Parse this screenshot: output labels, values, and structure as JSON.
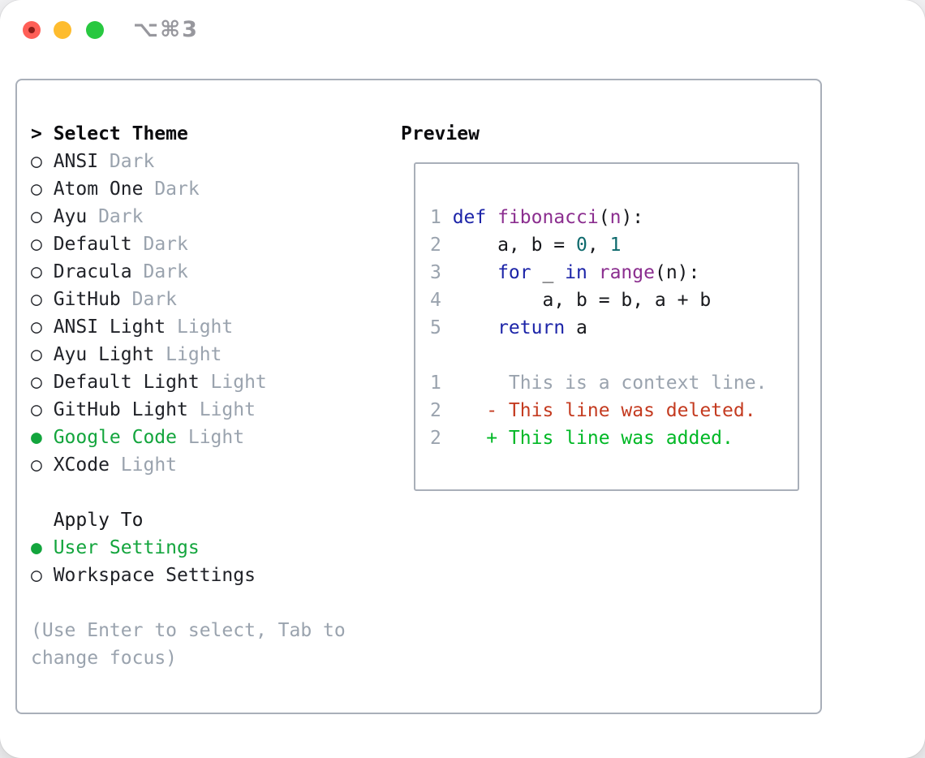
{
  "titlebar": {
    "title": "⌥⌘3"
  },
  "colors": {
    "accent_selected_green": "#13a53d",
    "diff_added_green": "#00b825",
    "diff_deleted_red": "#c43b20",
    "keyword_blue": "#1c24a8",
    "function_purple": "#8b2e8f",
    "number_teal": "#0e6a6d",
    "dim_gray": "#9aa3ae",
    "panel_border": "#a9afb9",
    "traffic_red": "#ff5f57",
    "traffic_yellow": "#febc2e",
    "traffic_green": "#28c840"
  },
  "theme_panel": {
    "header": {
      "cursor": ">",
      "label": "Select Theme"
    },
    "items": [
      {
        "marker": "○",
        "name": "ANSI",
        "tag": "Dark",
        "selected": false
      },
      {
        "marker": "○",
        "name": "Atom One",
        "tag": "Dark",
        "selected": false
      },
      {
        "marker": "○",
        "name": "Ayu",
        "tag": "Dark",
        "selected": false
      },
      {
        "marker": "○",
        "name": "Default",
        "tag": "Dark",
        "selected": false
      },
      {
        "marker": "○",
        "name": "Dracula",
        "tag": "Dark",
        "selected": false
      },
      {
        "marker": "○",
        "name": "GitHub",
        "tag": "Dark",
        "selected": false
      },
      {
        "marker": "○",
        "name": "ANSI Light",
        "tag": "Light",
        "selected": false
      },
      {
        "marker": "○",
        "name": "Ayu Light",
        "tag": "Light",
        "selected": false
      },
      {
        "marker": "○",
        "name": "Default Light",
        "tag": "Light",
        "selected": false
      },
      {
        "marker": "○",
        "name": "GitHub Light",
        "tag": "Light",
        "selected": false
      },
      {
        "marker": "●",
        "name": "Google Code",
        "tag": "Light",
        "selected": true
      },
      {
        "marker": "○",
        "name": "XCode",
        "tag": "Light",
        "selected": false
      }
    ],
    "apply_to": {
      "label": "Apply To",
      "options": [
        {
          "marker": "●",
          "name": "User Settings",
          "selected": true
        },
        {
          "marker": "○",
          "name": "Workspace Settings",
          "selected": false
        }
      ]
    },
    "hint_line1": "(Use Enter to select, Tab to",
    "hint_line2": "change focus)"
  },
  "preview": {
    "title": "Preview",
    "code": [
      {
        "num": "1",
        "tokens": [
          {
            "t": "def",
            "c": "tok-kw"
          },
          {
            "t": " ",
            "c": "tok-pl"
          },
          {
            "t": "fibonacci",
            "c": "tok-fn"
          },
          {
            "t": "(",
            "c": "tok-pl"
          },
          {
            "t": "n",
            "c": "tok-fn"
          },
          {
            "t": "):",
            "c": "tok-pl"
          }
        ]
      },
      {
        "num": "2",
        "tokens": [
          {
            "t": "    a, b = ",
            "c": "tok-pl"
          },
          {
            "t": "0",
            "c": "tok-nu"
          },
          {
            "t": ", ",
            "c": "tok-pl"
          },
          {
            "t": "1",
            "c": "tok-nu"
          }
        ]
      },
      {
        "num": "3",
        "tokens": [
          {
            "t": "    ",
            "c": "tok-pl"
          },
          {
            "t": "for",
            "c": "tok-kw"
          },
          {
            "t": " _ ",
            "c": "tok-pl"
          },
          {
            "t": "in",
            "c": "tok-kw"
          },
          {
            "t": " ",
            "c": "tok-pl"
          },
          {
            "t": "range",
            "c": "tok-fn"
          },
          {
            "t": "(n):",
            "c": "tok-pl"
          }
        ]
      },
      {
        "num": "4",
        "tokens": [
          {
            "t": "        a, b = b, a + b",
            "c": "tok-pl"
          }
        ]
      },
      {
        "num": "5",
        "tokens": [
          {
            "t": "    ",
            "c": "tok-pl"
          },
          {
            "t": "return",
            "c": "tok-kw"
          },
          {
            "t": " a",
            "c": "tok-pl"
          }
        ]
      }
    ],
    "diff": [
      {
        "num": "1",
        "text": "     This is a context line.",
        "class": "tok-ctx",
        "kind": "context"
      },
      {
        "num": "2",
        "text": "   - This line was deleted.",
        "class": "tok-del",
        "kind": "deleted"
      },
      {
        "num": "2",
        "text": "   + This line was added.",
        "class": "tok-add",
        "kind": "added"
      }
    ]
  }
}
